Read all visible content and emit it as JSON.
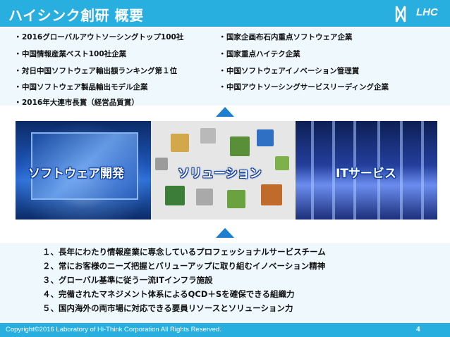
{
  "header": {
    "title": "ハイシンク創研 概要",
    "logo_text": "LHC"
  },
  "awards": {
    "left": [
      "2016グローバルアウトソーシングトップ100社",
      "中国情報産業ベスト100社企業",
      "対日中国ソフトウェア輸出額ランキング第１位",
      "中国ソフトウェア製品輸出モデル企業",
      "2016年大連市長賞（経営品質賞）"
    ],
    "right": [
      "国家企画布石内重点ソフトウェア企業",
      "国家重点ハイテク企業",
      "中国ソフトウェアイノベーション管理賞",
      "中国アウトソーシングサービスリーディング企業"
    ],
    "bullet": "・"
  },
  "panels": {
    "software": "ソフトウェア開発",
    "solution": "ソリューション",
    "it_service": "ITサービス"
  },
  "strengths": [
    "１、長年にわたり情報産業に専念しているプロフェッショナルサービスチーム",
    "２、常にお客様のニーズ把握とバリューアップに取り組むイノベーション精神",
    "３、グローバル基準に従う一流ITインフラ施設",
    "４、完備されたマネジメント体系によるQCD＋Sを確保できる組織力",
    "５、国内海外の両市場に対応できる要員リソースとソリューション力"
  ],
  "footer": {
    "copyright": "Copyright©2016 Laboratory of Hi-Think Corporation All Rights Reserved.",
    "page_number": "4"
  },
  "colors": {
    "header_bar": "#29aee0",
    "box_background": "#eef8fd",
    "triangle": "#1e7fd0"
  }
}
